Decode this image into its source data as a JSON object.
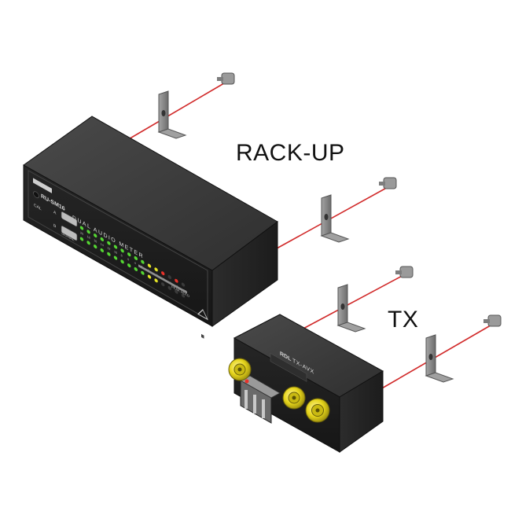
{
  "labels": {
    "rack_up": "RACK-UP",
    "tx": "TX"
  },
  "rack_unit": {
    "model": "RU-SM16",
    "title": "DUAL AUDIO METER",
    "channel_a": "A",
    "channel_b": "B",
    "cal": "CAL",
    "signal": "SIGNAL",
    "scale": [
      "20",
      "18",
      "16",
      "14",
      "12",
      "10",
      "8",
      "6",
      "4",
      "2",
      "0",
      "+2",
      "+4",
      "+6",
      "+8",
      "+10"
    ],
    "peak_hold": "PEAK HOLD"
  },
  "tx_unit": {
    "brand": "RDL",
    "model": "TX-AVX"
  },
  "colors": {
    "chassis_top": "#3a3a3a",
    "chassis_front": "#1e1e1e",
    "chassis_side": "#2a2a2a",
    "bracket": "#8d8d8d",
    "screw_line": "#d12a2a",
    "led_green": "#55d633",
    "led_yellow": "#e3e326",
    "led_red": "#e8322a",
    "bnc_gold": "#e8d81a"
  }
}
